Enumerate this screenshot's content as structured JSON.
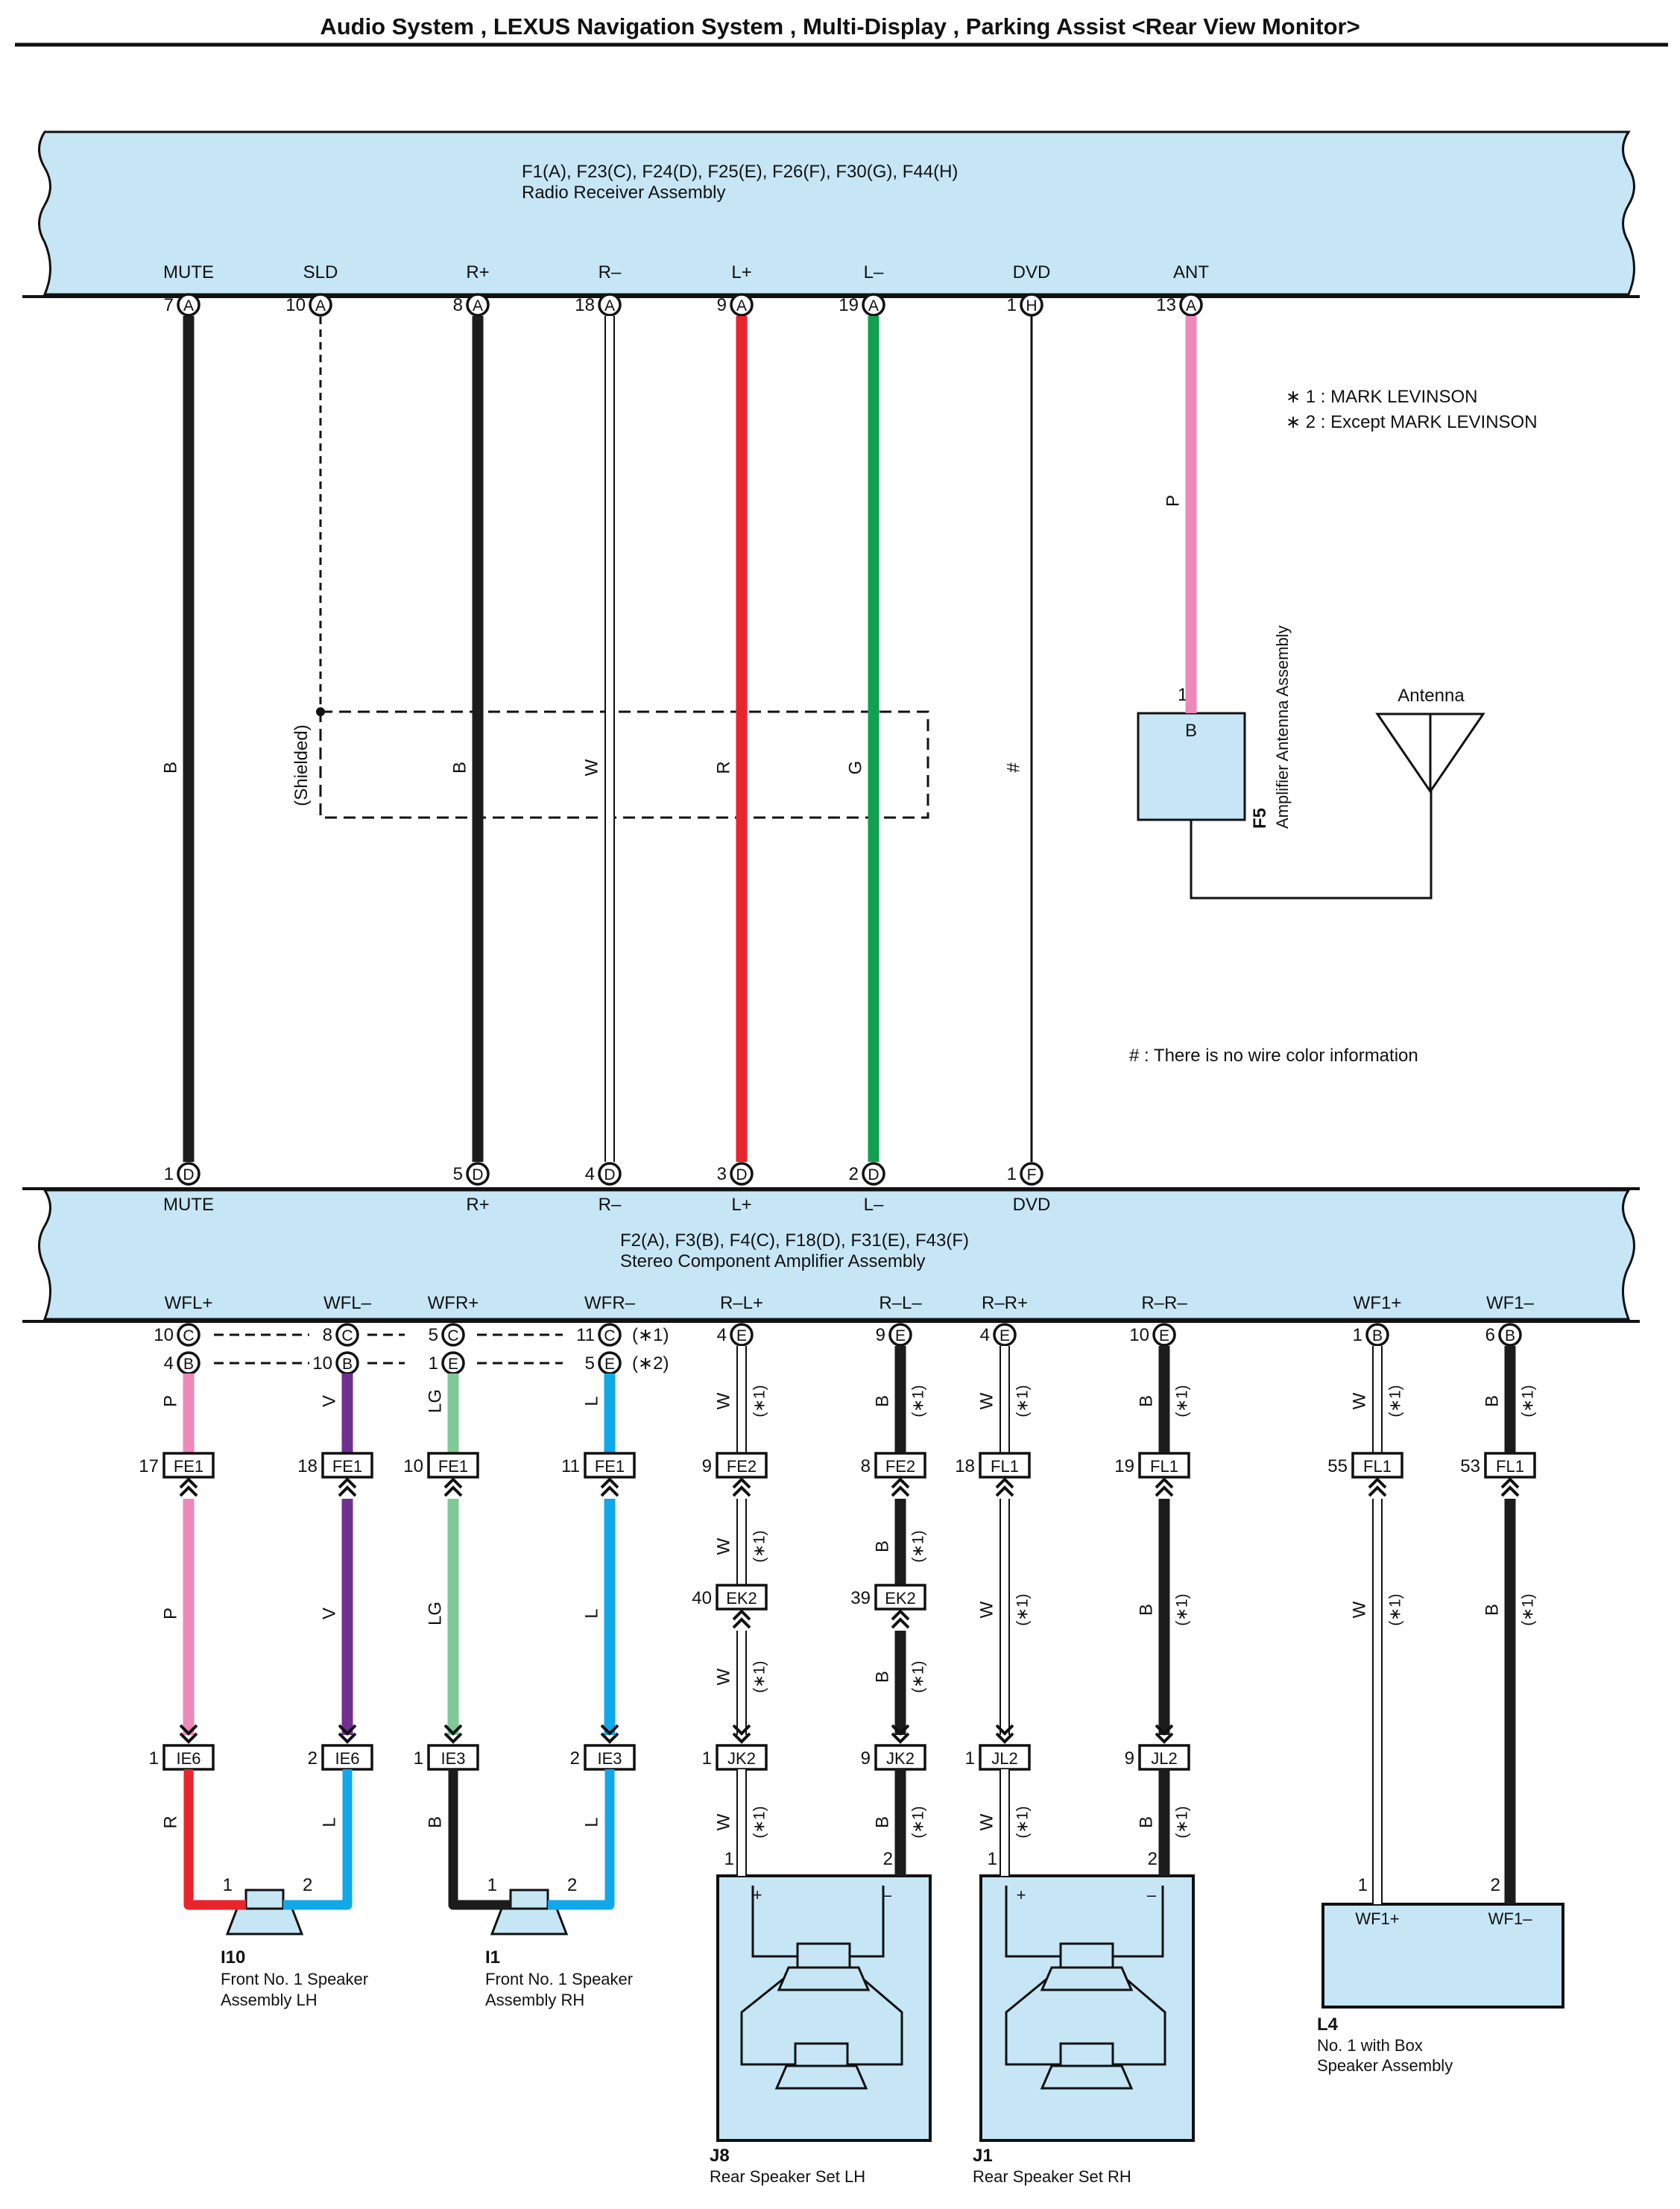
{
  "header": {
    "title": "Audio System , LEXUS Navigation System , Multi-Display , Parking Assist <Rear View Monitor>"
  },
  "colors": {
    "panel": "#c6e6f6",
    "B": "#1c1c1c",
    "W": "#ffffff",
    "R": "#e8242c",
    "G": "#10a050",
    "P": "#ee88b8",
    "V": "#703090",
    "LG": "#80c898",
    "L": "#10a8e8"
  },
  "top_panel": {
    "title": "F1(A), F23(C), F24(D), F25(E), F26(F), F30(G), F44(H)",
    "subtitle": "Radio Receiver Assembly",
    "terminals": [
      "MUTE",
      "SLD",
      "R+",
      "R–",
      "L+",
      "L–",
      "DVD",
      "ANT"
    ],
    "pins": [
      "7",
      "10",
      "8",
      "18",
      "9",
      "19",
      "1",
      "13"
    ],
    "letters": [
      "A",
      "A",
      "A",
      "A",
      "A",
      "A",
      "H",
      "A"
    ]
  },
  "top_wires": {
    "colors": [
      "B",
      "B",
      "W",
      "R",
      "G",
      "#",
      "P"
    ],
    "shielded": "(Shielded)"
  },
  "legend": {
    "n1": "∗ 1 : MARK LEVINSON",
    "n2": "∗ 2 : Except MARK LEVINSON",
    "hash": "# : There is no wire color information"
  },
  "amp_antenna": {
    "pin": "1",
    "letter": "B",
    "code": "F5",
    "name": "Amplifier Antenna Assembly",
    "antenna": "Antenna"
  },
  "amp_panel": {
    "title": "F2(A), F3(B), F4(C), F18(D), F31(E), F43(F)",
    "subtitle": "Stereo Component Amplifier Assembly",
    "top_terminals": [
      "MUTE",
      "R+",
      "R–",
      "L+",
      "L–",
      "DVD"
    ],
    "top_pins": [
      "1",
      "5",
      "4",
      "3",
      "2",
      "1"
    ],
    "top_letters": [
      "D",
      "D",
      "D",
      "D",
      "D",
      "F"
    ],
    "bottom_terminals": [
      "WFL+",
      "WFL–",
      "WFR+",
      "WFR–",
      "R–L+",
      "R–L–",
      "R–R+",
      "R–R–",
      "WF1+",
      "WF1–"
    ]
  },
  "amp_pins": {
    "row1": [
      "10",
      "8",
      "5",
      "11",
      "4",
      "9",
      "4",
      "10",
      "1",
      "6"
    ],
    "row1_letters": [
      "C",
      "C",
      "C",
      "C",
      "E",
      "E",
      "E",
      "E",
      "B",
      "B"
    ],
    "row2": [
      "4",
      "10",
      "1",
      "5"
    ],
    "row2_letters": [
      "B",
      "B",
      "E",
      "E"
    ],
    "note1": "(∗1)",
    "note2": "(∗2)"
  },
  "lower_wires": {
    "colors": [
      "P",
      "V",
      "LG",
      "L",
      "W",
      "B",
      "W",
      "B",
      "W",
      "B"
    ],
    "spk_colors": [
      "R",
      "L",
      "B",
      "L"
    ],
    "star": "(∗1)"
  },
  "connectors": {
    "a": {
      "pins": [
        "17",
        "18",
        "10",
        "11",
        "9",
        "8",
        "18",
        "19",
        "55",
        "53"
      ],
      "codes": [
        "FE1",
        "FE1",
        "FE1",
        "FE1",
        "FE2",
        "FE2",
        "FL1",
        "FL1",
        "FL1",
        "FL1"
      ]
    },
    "b": {
      "pins": [
        "40",
        "39"
      ],
      "codes": [
        "EK2",
        "EK2"
      ]
    },
    "c": {
      "pins": [
        "1",
        "2",
        "1",
        "2",
        "1",
        "9",
        "1",
        "9"
      ],
      "codes": [
        "IE6",
        "IE6",
        "IE3",
        "IE3",
        "JK2",
        "JK2",
        "JL2",
        "JL2"
      ]
    }
  },
  "speakers": {
    "i10": {
      "code": "I10",
      "name1": "Front No. 1 Speaker",
      "name2": "Assembly LH",
      "p1": "1",
      "p2": "2"
    },
    "i1": {
      "code": "I1",
      "name1": "Front No. 1 Speaker",
      "name2": "Assembly RH",
      "p1": "1",
      "p2": "2"
    },
    "j8": {
      "code": "J8",
      "name": "Rear Speaker Set LH",
      "p1": "1",
      "p2": "2",
      "plus": "+",
      "minus": "–"
    },
    "j1": {
      "code": "J1",
      "name": "Rear Speaker Set RH",
      "p1": "1",
      "p2": "2",
      "plus": "+",
      "minus": "–"
    },
    "l4": {
      "code": "L4",
      "name1": "No. 1 with Box",
      "name2": "Speaker Assembly",
      "t1": "WF1+",
      "t2": "WF1–",
      "p1": "1",
      "p2": "2"
    }
  }
}
